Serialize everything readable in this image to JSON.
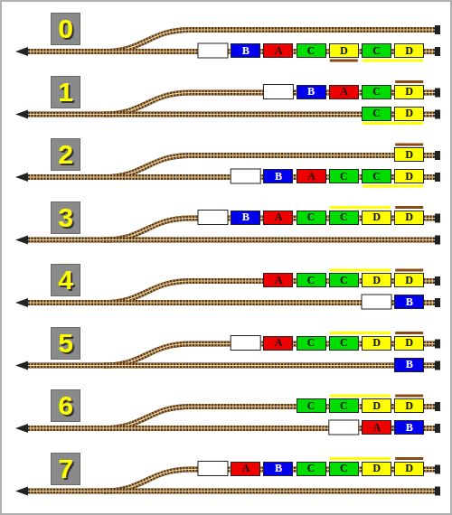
{
  "diagram": {
    "nodes": [
      {
        "text": [
          "0"
        ]
      },
      {
        "text": [
          "B"
        ]
      },
      {
        "text": [
          "A"
        ]
      },
      {
        "text": [
          "C"
        ]
      },
      {
        "text": [
          "D"
        ]
      },
      {
        "text": [
          "C"
        ]
      },
      {
        "text": [
          "D"
        ]
      },
      {
        "text": [
          "1"
        ]
      },
      {
        "text": [
          "B"
        ]
      },
      {
        "text": [
          "A"
        ]
      },
      {
        "text": [
          "C"
        ]
      },
      {
        "text": [
          "D"
        ]
      },
      {
        "text": [
          "C"
        ]
      },
      {
        "text": [
          "D"
        ]
      },
      {
        "text": [
          "2"
        ]
      },
      {
        "text": [
          "D"
        ]
      },
      {
        "text": [
          "B"
        ]
      },
      {
        "text": [
          "A"
        ]
      },
      {
        "text": [
          "C"
        ]
      },
      {
        "text": [
          "C"
        ]
      },
      {
        "text": [
          "D"
        ]
      },
      {
        "text": [
          "3"
        ]
      },
      {
        "text": [
          "B"
        ]
      },
      {
        "text": [
          "A"
        ]
      },
      {
        "text": [
          "C"
        ]
      },
      {
        "text": [
          "C"
        ]
      },
      {
        "text": [
          "D"
        ]
      },
      {
        "text": [
          "D"
        ]
      },
      {
        "text": [
          "4"
        ]
      },
      {
        "text": [
          "A"
        ]
      },
      {
        "text": [
          "C"
        ]
      },
      {
        "text": [
          "C"
        ]
      },
      {
        "text": [
          "D"
        ]
      },
      {
        "text": [
          "D"
        ]
      },
      {
        "text": [
          "B"
        ]
      },
      {
        "text": [
          "5"
        ]
      },
      {
        "text": [
          "A"
        ]
      },
      {
        "text": [
          "C"
        ]
      },
      {
        "text": [
          "C"
        ]
      },
      {
        "text": [
          "D"
        ]
      },
      {
        "text": [
          "D"
        ]
      },
      {
        "text": [
          "B"
        ]
      },
      {
        "text": [
          "6"
        ]
      },
      {
        "text": [
          "C"
        ]
      },
      {
        "text": [
          "C"
        ]
      },
      {
        "text": [
          "D"
        ]
      },
      {
        "text": [
          "D"
        ]
      },
      {
        "text": [
          "A"
        ]
      },
      {
        "text": [
          "B"
        ]
      },
      {
        "text": [
          "7"
        ]
      },
      {
        "text": [
          "A"
        ]
      },
      {
        "text": [
          "B"
        ]
      },
      {
        "text": [
          "C"
        ]
      },
      {
        "text": [
          "C"
        ]
      },
      {
        "text": [
          "D"
        ]
      },
      {
        "text": [
          "D"
        ]
      }
    ]
  }
}
